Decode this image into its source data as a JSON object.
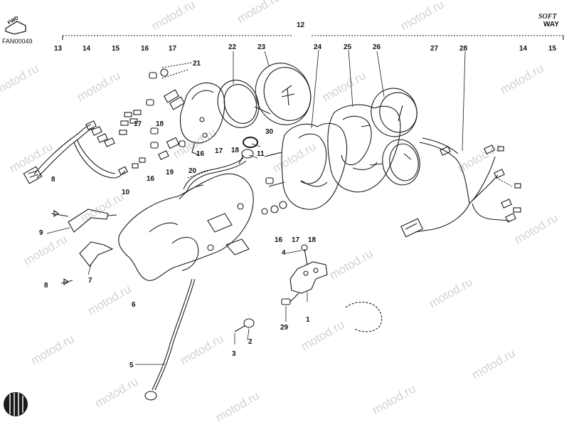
{
  "header": {
    "fwd_label": "FWD",
    "diagram_code": "FAN00049",
    "brand_top": "SOFT",
    "brand_bottom": "WAY",
    "group_ref": "12"
  },
  "watermark": "motod.ru",
  "top_refs": {
    "r13": "13",
    "r14a": "14",
    "r15a": "15",
    "r16": "16",
    "r17": "17",
    "r22": "22",
    "r23": "23",
    "r24": "24",
    "r25": "25",
    "r26": "26",
    "r27": "27",
    "r28": "28",
    "r14b": "14",
    "r15b": "15"
  },
  "callouts": {
    "c21": "21",
    "c17a": "17",
    "c18a": "18",
    "c16a": "16",
    "c17b": "17",
    "c18b": "18",
    "c30": "30",
    "c11": "11",
    "c19": "19",
    "c20": "20",
    "c16b": "16",
    "c10": "10",
    "c8a": "8",
    "c9": "9",
    "c7": "7",
    "c8b": "8",
    "c6": "6",
    "c5": "5",
    "c16c": "16",
    "c17c": "17",
    "c18c": "18",
    "c4": "4",
    "c1": "1",
    "c29": "29",
    "c2": "2",
    "c3": "3"
  },
  "colors": {
    "ink": "#1a1a1a",
    "watermark": "#d2d2d2",
    "paper": "#ffffff"
  }
}
